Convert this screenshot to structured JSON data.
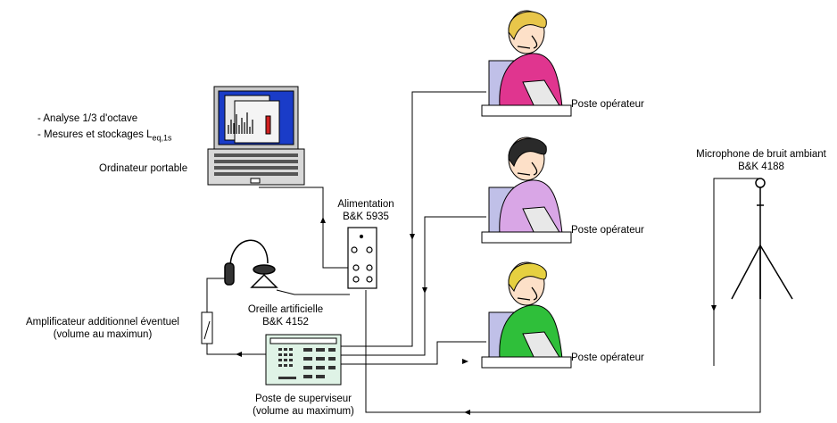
{
  "laptop": {
    "bullet1": "- Analyse 1/3 d'octave",
    "bullet2_main": "- Mesures et stockages L",
    "bullet2_sub": "eq,1s",
    "name": "Ordinateur portable"
  },
  "power_supply": {
    "line1": "Alimentation",
    "line2": "B&K 5935"
  },
  "artificial_ear": {
    "line1": "Oreille artificielle",
    "line2": "B&K 4152"
  },
  "amplifier": {
    "line1": "Amplificateur additionnel éventuel",
    "line2": "(volume au maximun)"
  },
  "supervisor": {
    "line1": "Poste de superviseur",
    "line2": "(volume au maximum)"
  },
  "operators": [
    {
      "label": "Poste opérateur",
      "hair": "#e8c64a",
      "shirt": "#e0358f"
    },
    {
      "label": "Poste opérateur",
      "hair": "#2a2a2a",
      "shirt": "#d9a6e6"
    },
    {
      "label": "Poste opérateur",
      "hair": "#e6d040",
      "shirt": "#2fbf3a"
    }
  ],
  "microphone": {
    "line1": "Microphone de bruit ambiant",
    "line2": "B&K 4188"
  },
  "colors": {
    "screen": "#1a3cc8",
    "panel": "#dff3e6",
    "desk": "#ffffff",
    "stroke": "#000000"
  }
}
